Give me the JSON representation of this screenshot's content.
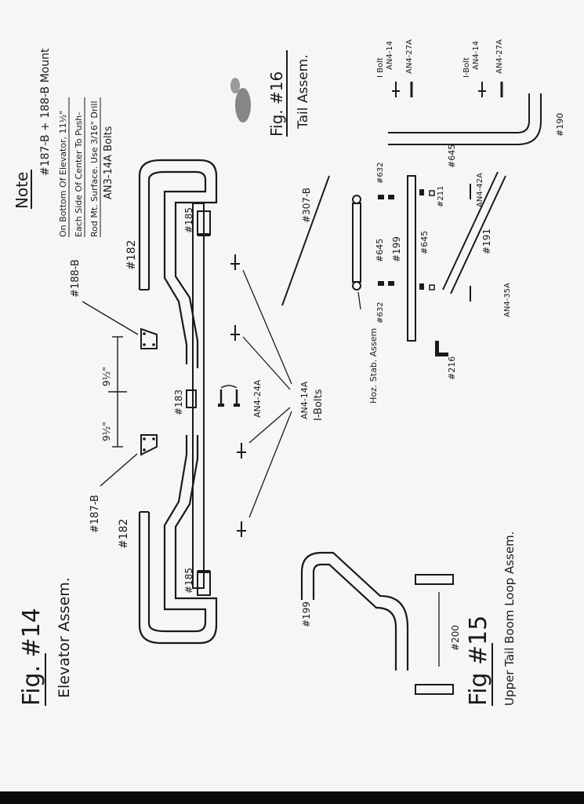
{
  "fig14": {
    "title": "Fig. #14",
    "subtitle": "Elevator Assem.",
    "labels": {
      "part_182_left": "#182",
      "part_182_right": "#182",
      "part_185_left": "#185",
      "part_185_right": "#185",
      "part_183": "#183",
      "part_187b": "#187-B",
      "part_188b": "#188-B",
      "dim_left": "9½\"",
      "dim_right": "9½\"",
      "bolt_small": "AN4-24A",
      "bolt_main_1": "AN4-14A",
      "bolt_main_2": "I-Bolts"
    }
  },
  "note": {
    "title": "Note",
    "lines": [
      "#187-B + 188-B Mount",
      "On Bottom Of Elevator, 11½\"",
      "Each Side Of Center To Push-",
      "Rod Mt. Surface. Use 3/16\" Drill",
      "AN3-14A Bolts"
    ]
  },
  "fig16": {
    "title": "Fig. #16",
    "subtitle": "Tail Assem.",
    "labels": {
      "part_307b": "#307-B",
      "hoz_stab": "Hoz. Stab. Assem",
      "part_632_top": "#632",
      "part_632_bottom": "#632",
      "part_645_a": "#645",
      "part_645_b": "#645",
      "part_645_c": "#645",
      "part_199": "#199",
      "part_211": "#211",
      "part_216": "#216",
      "part_191": "#191",
      "part_190": "#190",
      "bolt_an4_42a": "AN4-42A",
      "bolt_an4_35a": "AN4-35A",
      "legend_ibolt_1": "I Bolt",
      "legend_ibolt_1_part": "AN4-14",
      "legend_nut_1": "AN4-27A",
      "legend_ibolt_2": "I-Bolt",
      "legend_ibolt_2_part": "AN4-14",
      "legend_nut_2": "AN4-27A"
    }
  },
  "fig15": {
    "title": "Fig #15",
    "subtitle": "Upper Tail Boom Loop Assem.",
    "labels": {
      "part_199": "#199",
      "part_200": "#200"
    }
  },
  "colors": {
    "ink": "#1a1a1a",
    "paper": "#f6f6f4"
  }
}
